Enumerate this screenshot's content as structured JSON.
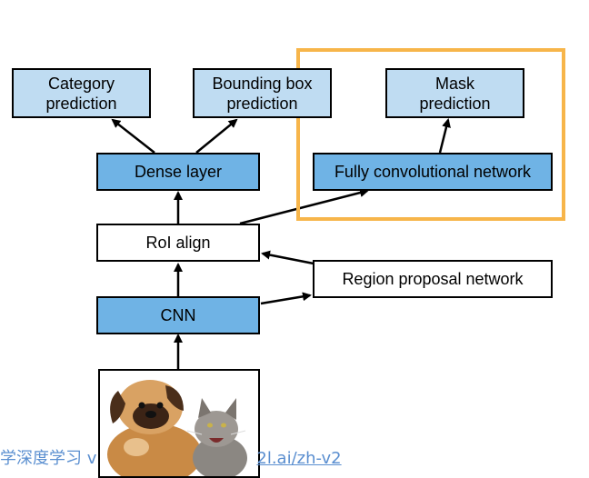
{
  "boxes": {
    "category": "Category\nprediction",
    "bbox": "Bounding box\nprediction",
    "mask": "Mask\nprediction",
    "dense": "Dense layer",
    "fcn": "Fully convolutional network",
    "roi": "RoI align",
    "rpn": "Region proposal network",
    "cnn": "CNN"
  },
  "watermark": {
    "prefix": "学深度学习 v",
    "url": "2l.ai/zh-v2"
  },
  "colors": {
    "prediction_fill": "#bfdcf2",
    "layer_fill": "#6fb3e5",
    "highlight_border": "#f7b54a",
    "watermark": "#5b8fd0"
  }
}
